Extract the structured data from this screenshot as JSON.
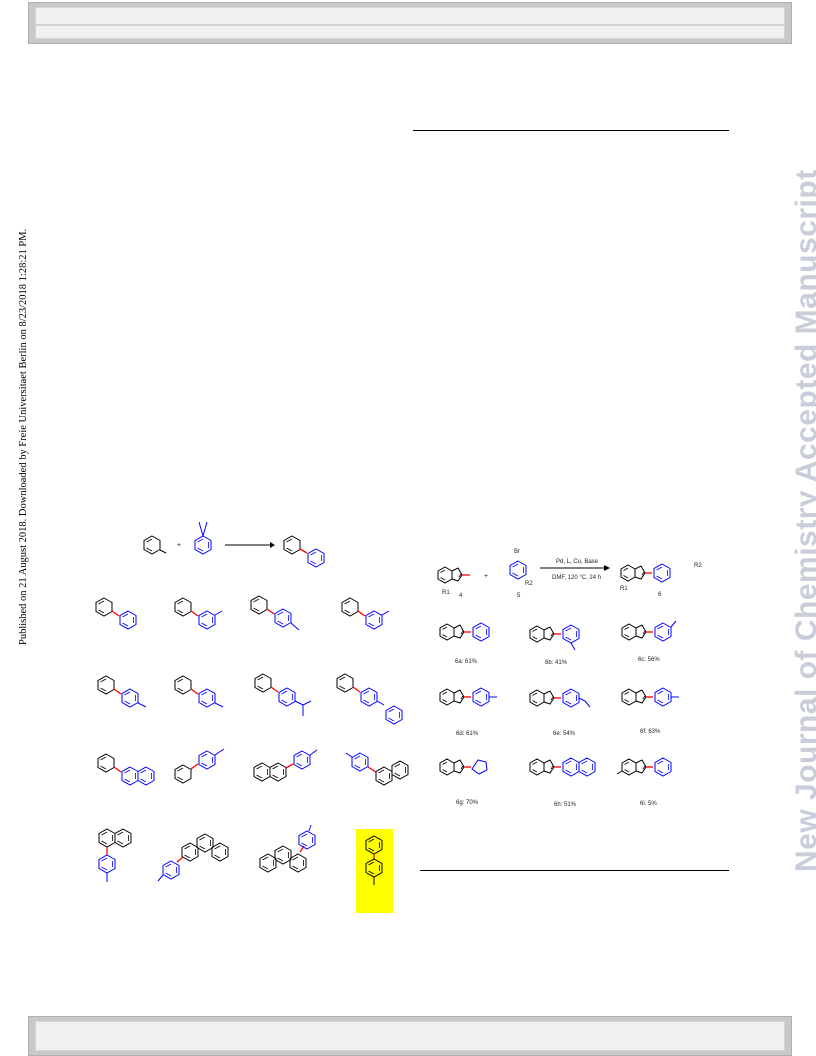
{
  "sidebar_text": "Published on 21 August 2018. Downloaded by Freie Universitaet Berlin on 8/23/2018 1:28:21 PM.",
  "watermark_text": "New Journal of Chemistry Accepted Manuscript",
  "colors": {
    "black": "#000000",
    "blue": "#0000ff",
    "red": "#ff0000",
    "highlight": "#ffff00",
    "watermark": "#c9cdd9"
  },
  "right_scheme": {
    "reagent_labels": {
      "a": "4",
      "b": "5",
      "c": "6"
    },
    "substituents": {
      "r1": "R1",
      "r2": "R2",
      "br": "Br"
    },
    "conditions_top": "Pd, L, Cu, Base",
    "conditions_bottom": "DMF, 120 °C, 24 h",
    "products": [
      {
        "label": "6a: 61%"
      },
      {
        "label": "6b: 41%"
      },
      {
        "label": "6c: 56%"
      },
      {
        "label": "6d: 61%"
      },
      {
        "label": "6e: 54%"
      },
      {
        "label": "6f: 63%"
      },
      {
        "label": "6g: 70%"
      },
      {
        "label": "6h: 51%"
      },
      {
        "label": "6i: 5%"
      }
    ]
  }
}
